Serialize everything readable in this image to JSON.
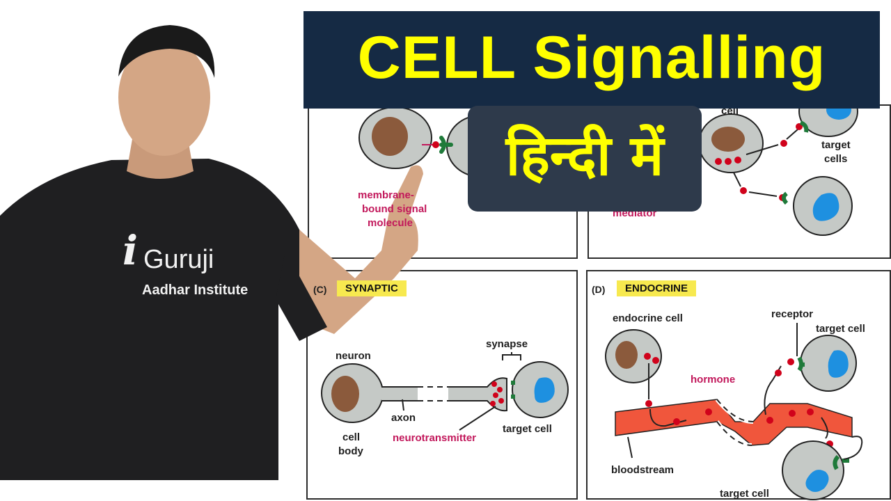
{
  "title": "CELL Signalling",
  "subtitle": "हिन्दी में",
  "shirt": {
    "brand": "Guruji",
    "brand_prefix": "i",
    "institute": "Aadhar Institute"
  },
  "panel_a": {
    "label": "membrane-bound signal molecule",
    "label_lines": [
      "membrane-",
      "bound signal",
      "molecule"
    ]
  },
  "panel_b": {
    "cell_label": "cell",
    "targets_label": [
      "target",
      "cells"
    ],
    "mediator_label": "mediator"
  },
  "panel_c": {
    "letter": "(C)",
    "tag": "SYNAPTIC",
    "neuron": "neuron",
    "synapse": "synapse",
    "axon": "axon",
    "cell_body": [
      "cell",
      "body"
    ],
    "neurotransmitter": "neurotransmitter",
    "target_cell": "target cell"
  },
  "panel_d": {
    "letter": "(D)",
    "tag": "ENDOCRINE",
    "endocrine_cell": "endocrine cell",
    "hormone": "hormone",
    "receptor": "receptor",
    "target_cell_top": "target cell",
    "bloodstream": "bloodstream",
    "target_cell_bottom": "target cell"
  },
  "colors": {
    "title_bg": "#152a44",
    "title_text": "#ffff00",
    "hindi_box": "#2e3a4b",
    "tag": "#f7e94f",
    "magenta": "#c2185b",
    "blood": "#f0563c",
    "cell_fill": "#c5c9c6",
    "nucleus": "#8b5a3c",
    "target_nucleus": "#1e90e0",
    "molecule": "#d0021b",
    "receptor": "#1f7a3a"
  }
}
